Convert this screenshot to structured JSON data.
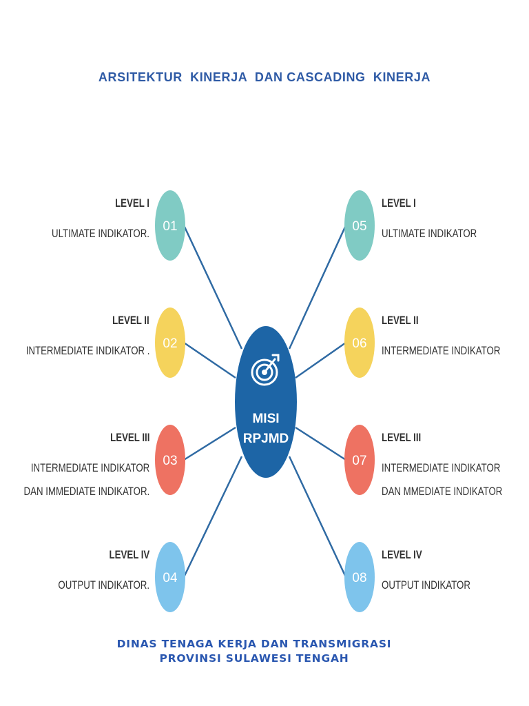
{
  "title": "ARSITEKTUR  KINERJA  DAN CASCADING  KINERJA",
  "center": {
    "line1": "MISI",
    "line2": "RPJMD",
    "icon": "target-icon",
    "color": "#1d65a6"
  },
  "line_color": "#2f6aa3",
  "nodes": [
    {
      "num": "01",
      "level": "LEVEL I",
      "desc": [
        "ULTIMATE INDIKATOR."
      ],
      "color": "#80cbc4"
    },
    {
      "num": "02",
      "level": "LEVEL II",
      "desc": [
        "INTERMEDIATE  INDIKATOR ."
      ],
      "color": "#f5d35c"
    },
    {
      "num": "03",
      "level": "LEVEL III",
      "desc": [
        "INTERMEDIATE INDIKATOR",
        "DAN  IMMEDIATE INDIKATOR."
      ],
      "color": "#ee7262"
    },
    {
      "num": "04",
      "level": "LEVEL IV",
      "desc": [
        "OUTPUT INDIKATOR."
      ],
      "color": "#7ec4ec"
    },
    {
      "num": "05",
      "level": "LEVEL I",
      "desc": [
        "ULTIMATE INDIKATOR"
      ],
      "color": "#80cbc4"
    },
    {
      "num": "06",
      "level": "LEVEL II",
      "desc": [
        "INTERMEDIATE  INDIKATOR"
      ],
      "color": "#f5d35c"
    },
    {
      "num": "07",
      "level": "LEVEL III",
      "desc": [
        "INTERMEDIATE INDIKATOR",
        "DAN MMEDIATE  INDIKATOR"
      ],
      "color": "#ee7262"
    },
    {
      "num": "08",
      "level": "LEVEL IV",
      "desc": [
        "OUTPUT INDIKATOR"
      ],
      "color": "#7ec4ec"
    }
  ],
  "footer": {
    "line1": "DINAS TENAGA KERJA DAN TRANSMIGRASI",
    "line2": "PROVINSI SULAWESI TENGAH"
  }
}
